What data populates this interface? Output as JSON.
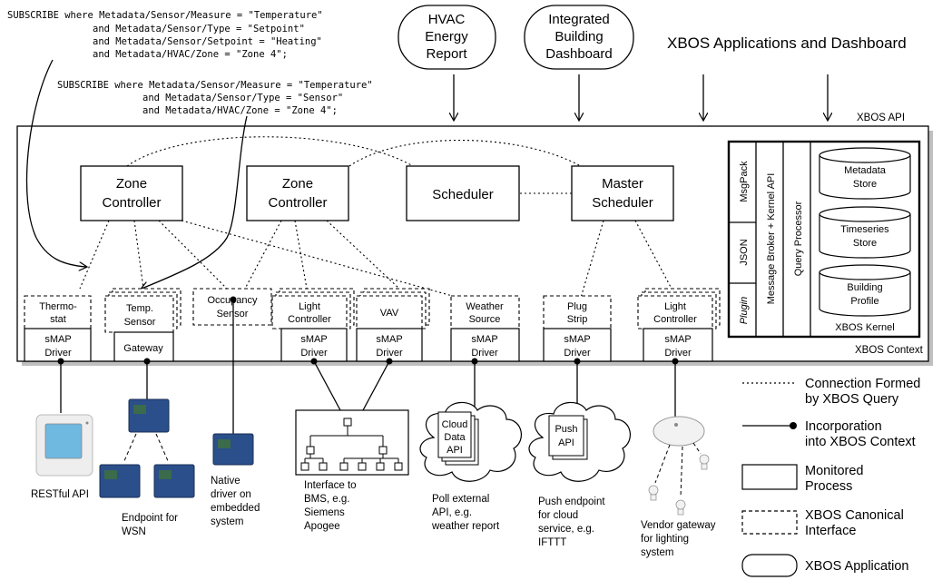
{
  "queries": {
    "q1": [
      "SUBSCRIBE where Metadata/Sensor/Measure = \"Temperature\"",
      "and Metadata/Sensor/Type = \"Setpoint\"",
      "and Metadata/Sensor/Setpoint = \"Heating\"",
      "and Metadata/HVAC/Zone = \"Zone 4\";"
    ],
    "q2": [
      "SUBSCRIBE where Metadata/Sensor/Measure = \"Temperature\"",
      "and Metadata/Sensor/Type = \"Sensor\"",
      "and Metadata/HVAC/Zone = \"Zone 4\";"
    ]
  },
  "apps": {
    "hvac": [
      "HVAC",
      "Energy",
      "Report"
    ],
    "dashboard": [
      "Integrated",
      "Building",
      "Dashboard"
    ],
    "heading": "XBOS Applications and Dashboard"
  },
  "labels": {
    "xbos_api": "XBOS API",
    "xbos_context": "XBOS Context",
    "xbos_kernel": "XBOS Kernel"
  },
  "controllers": {
    "zone1": [
      "Zone",
      "Controller"
    ],
    "zone2": [
      "Zone",
      "Controller"
    ],
    "scheduler": "Scheduler",
    "master": [
      "Master",
      "Scheduler"
    ]
  },
  "kernel": {
    "msgpack": "MsgPack",
    "json": "JSON",
    "plugin": "Plugin",
    "broker": "Message Broker + Kernel API",
    "query": "Query Processor",
    "metadata": [
      "Metadata",
      "Store"
    ],
    "timeseries": [
      "Timeseries",
      "Store"
    ],
    "profile": [
      "Building",
      "Profile"
    ]
  },
  "interfaces": {
    "thermostat": [
      "Thermo-",
      "stat"
    ],
    "temp_sensor": [
      "Temp.",
      "Sensor"
    ],
    "occupancy": [
      "Occupancy",
      "Sensor"
    ],
    "light1": [
      "Light",
      "Controller"
    ],
    "vav": "VAV",
    "weather": [
      "Weather",
      "Source"
    ],
    "plug": [
      "Plug",
      "Strip"
    ],
    "light2": [
      "Light",
      "Controller"
    ]
  },
  "drivers": {
    "smap": [
      "sMAP",
      "Driver"
    ],
    "gateway": "Gateway"
  },
  "devices": {
    "restful": "RESTful API",
    "endpoint_wsn": [
      "Endpoint for",
      "WSN"
    ],
    "native": [
      "Native",
      "driver on",
      "embedded",
      "system"
    ],
    "bms": [
      "Interface to",
      "BMS, e.g.",
      "Siemens",
      "Apogee"
    ],
    "cloud_api": [
      "Cloud",
      "Data",
      "API"
    ],
    "poll": [
      "Poll external",
      "API, e.g.",
      "weather report"
    ],
    "push_api": [
      "Push",
      "API"
    ],
    "push_desc": [
      "Push endpoint",
      "for cloud",
      "service, e.g.",
      "IFTTT"
    ],
    "vendor": [
      "Vendor gateway",
      "for lighting",
      "system"
    ]
  },
  "legend": {
    "connection": [
      "Connection Formed",
      "by XBOS Query"
    ],
    "incorporation": [
      "Incorporation",
      "into XBOS Context"
    ],
    "monitored": [
      "Monitored",
      "Process"
    ],
    "canonical": [
      "XBOS Canonical",
      "Interface"
    ],
    "application": "XBOS Application"
  },
  "colors": {
    "line": "#000000",
    "frame_shadow": "#8a8a8a",
    "device_blue": "#2a4f8a",
    "device_board": "#3b6b4a",
    "thermostat_body": "#eeeeee",
    "thermostat_screen": "#6fb8e0",
    "bulb": "#f2f2f2"
  }
}
